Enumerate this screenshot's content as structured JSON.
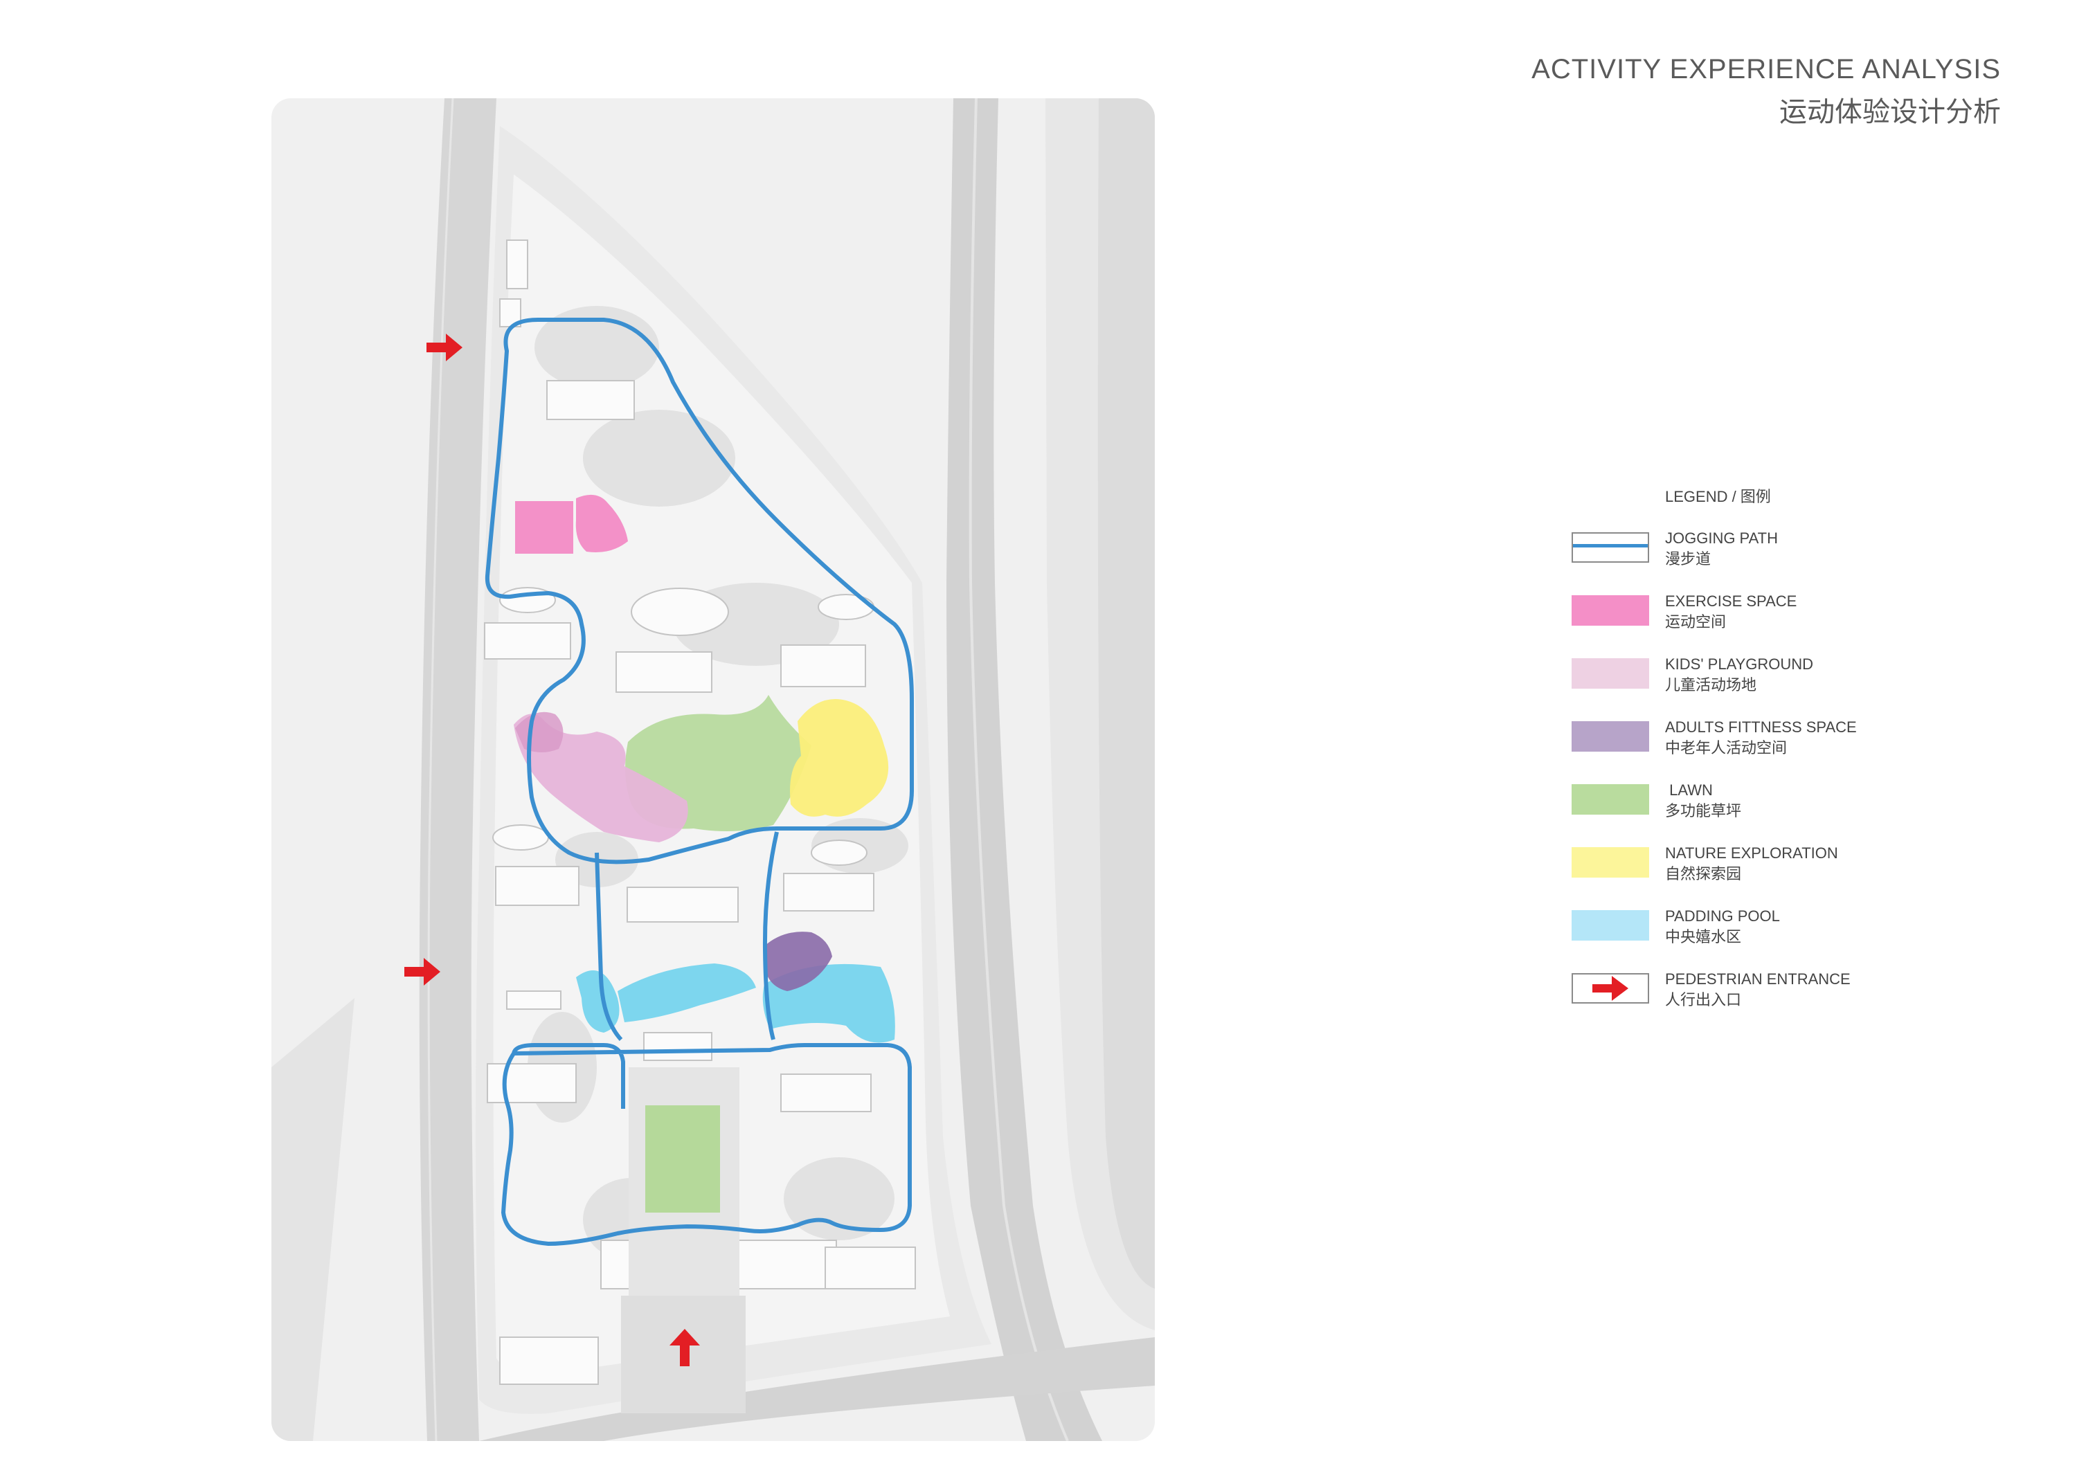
{
  "title": {
    "en": "ACTIVITY EXPERIENCE ANALYSIS",
    "cn": "运动体验设计分析"
  },
  "legend": {
    "heading": "LEGEND / 图例",
    "items": [
      {
        "en": "JOGGING PATH",
        "cn": "漫步道",
        "type": "line",
        "color": "#3b8fd0"
      },
      {
        "en": "EXERCISE SPACE",
        "cn": "运动空间",
        "type": "fill",
        "color": "#f48fc7"
      },
      {
        "en": "KIDS' PLAYGROUND",
        "cn": "儿童活动场地",
        "type": "fill",
        "color": "#eed1e3"
      },
      {
        "en": "ADULTS FITTNESS SPACE",
        "cn": "中老年人活动空间",
        "type": "fill",
        "color": "#b7a4c9"
      },
      {
        "en": " LAWN",
        "cn": "多功能草坪",
        "type": "fill",
        "color": "#b9dc9e"
      },
      {
        "en": "NATURE EXPLORATION",
        "cn": "自然探索园",
        "type": "fill",
        "color": "#fcf59a"
      },
      {
        "en": "PADDING POOL",
        "cn": "中央嬉水区",
        "type": "fill",
        "color": "#b4e6f8"
      },
      {
        "en": "PEDESTRIAN ENTRANCE",
        "cn": "人行出入口",
        "type": "arrow",
        "color": "#e31e24"
      }
    ]
  },
  "colors": {
    "jogging": "#3b8fd0",
    "exercise": "#f27fc0",
    "kids": "#e6b4d9",
    "adults": "#8a6aa8",
    "lawn": "#b5d99a",
    "nature": "#fbee7a",
    "pool": "#7dd6ee",
    "entrance": "#e31e24"
  }
}
